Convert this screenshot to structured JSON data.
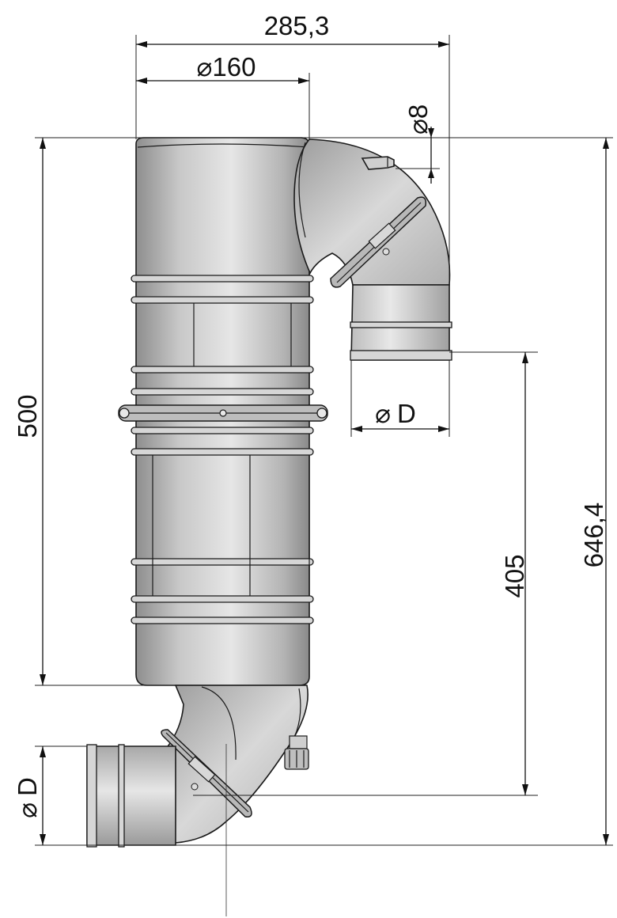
{
  "dimensions": {
    "total_width": "285,3",
    "body_diameter": "160",
    "small_diameter": "8",
    "outlet_diameter": "D",
    "inlet_diameter": "D",
    "body_height": "500",
    "inlet_height": "405",
    "total_height": "646,4"
  },
  "symbols": {
    "diameter": "⌀"
  },
  "colors": {
    "line": "#111111",
    "body_light": "#e2e2e2",
    "body_dark": "#8f8f8f",
    "background": "#ffffff"
  }
}
